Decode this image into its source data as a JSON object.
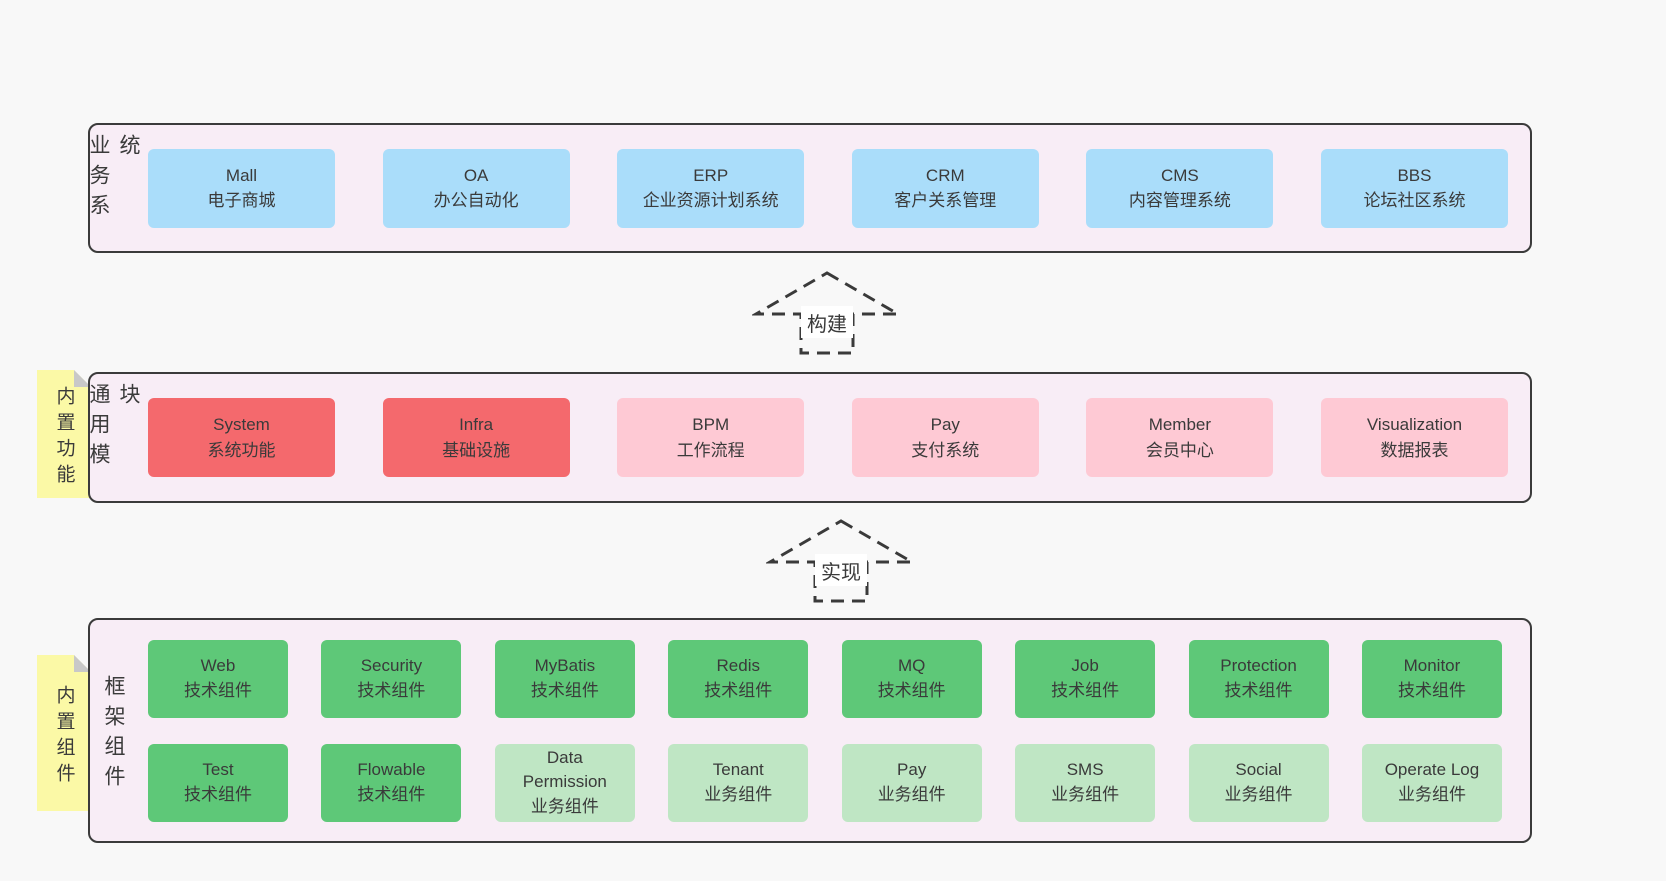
{
  "colors": {
    "page_background": "#f8f8f8",
    "panel_background": "#f8edf6",
    "panel_border": "#3b3b3b",
    "business_box": "#aaddfa",
    "module_box_solid": "#f4696d",
    "module_box_light": "#fec9d4",
    "component_box_solid": "#5ec878",
    "component_box_light": "#bfe6c4",
    "sticky_note": "#fbf9a6",
    "sticky_fold": "#c8c8c8",
    "text": "#3a3a3a"
  },
  "arrows": [
    {
      "label": "构建"
    },
    {
      "label": "实现"
    }
  ],
  "layers": [
    {
      "title": "业务系统",
      "boxes": [
        {
          "name": "Mall",
          "desc": "电子商城",
          "tone": "solid"
        },
        {
          "name": "OA",
          "desc": "办公自动化",
          "tone": "solid"
        },
        {
          "name": "ERP",
          "desc": "企业资源计划系统",
          "tone": "solid"
        },
        {
          "name": "CRM",
          "desc": "客户关系管理",
          "tone": "solid"
        },
        {
          "name": "CMS",
          "desc": "内容管理系统",
          "tone": "solid"
        },
        {
          "name": "BBS",
          "desc": "论坛社区系统",
          "tone": "solid"
        }
      ]
    },
    {
      "title": "通用模块",
      "sticky": "内置功能",
      "boxes": [
        {
          "name": "System",
          "desc": "系统功能",
          "tone": "solid"
        },
        {
          "name": "Infra",
          "desc": "基础设施",
          "tone": "solid"
        },
        {
          "name": "BPM",
          "desc": "工作流程",
          "tone": "light"
        },
        {
          "name": "Pay",
          "desc": "支付系统",
          "tone": "light"
        },
        {
          "name": "Member",
          "desc": "会员中心",
          "tone": "light"
        },
        {
          "name": "Visualization",
          "desc": "数据报表",
          "tone": "light"
        }
      ]
    },
    {
      "title": "框架组件",
      "sticky": "内置组件",
      "rows": [
        [
          {
            "name": "Web",
            "desc": "技术组件",
            "tone": "solid"
          },
          {
            "name": "Security",
            "desc": "技术组件",
            "tone": "solid"
          },
          {
            "name": "MyBatis",
            "desc": "技术组件",
            "tone": "solid"
          },
          {
            "name": "Redis",
            "desc": "技术组件",
            "tone": "solid"
          },
          {
            "name": "MQ",
            "desc": "技术组件",
            "tone": "solid"
          },
          {
            "name": "Job",
            "desc": "技术组件",
            "tone": "solid"
          },
          {
            "name": "Protection",
            "desc": "技术组件",
            "tone": "solid"
          },
          {
            "name": "Monitor",
            "desc": "技术组件",
            "tone": "solid"
          }
        ],
        [
          {
            "name": "Test",
            "desc": "技术组件",
            "tone": "solid"
          },
          {
            "name": "Flowable",
            "desc": "技术组件",
            "tone": "solid"
          },
          {
            "name": "Data Permission",
            "desc": "业务组件",
            "tone": "light"
          },
          {
            "name": "Tenant",
            "desc": "业务组件",
            "tone": "light"
          },
          {
            "name": "Pay",
            "desc": "业务组件",
            "tone": "light"
          },
          {
            "name": "SMS",
            "desc": "业务组件",
            "tone": "light"
          },
          {
            "name": "Social",
            "desc": "业务组件",
            "tone": "light"
          },
          {
            "name": "Operate Log",
            "desc": "业务组件",
            "tone": "light"
          }
        ]
      ]
    }
  ]
}
